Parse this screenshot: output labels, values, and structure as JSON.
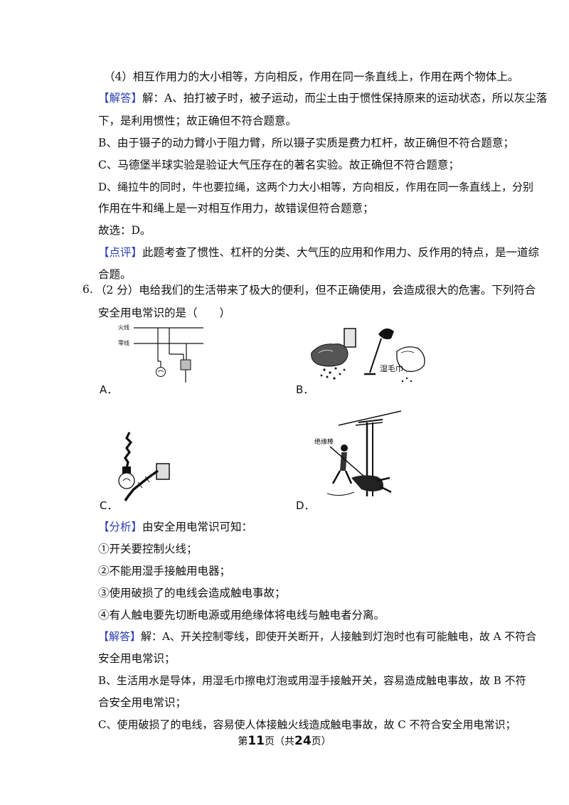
{
  "lines": [
    {
      "tag": "",
      "text": "（4）相互作用力的大小相等，方向相反，作用在同一条直线上，作用在两个物体上。"
    },
    {
      "tag": "【解答】",
      "text": "解：A、拍打被子时，被子运动，而尘土由于惯性保持原来的运动状态，所以灰尘落"
    },
    {
      "tag": "",
      "text": "下，是利用惯性；故正确但不符合题意。"
    },
    {
      "tag": "",
      "text": "B、由于镊子的动力臂小于阻力臂，所以镊子实质是费力杠杆，故正确但不符合题意；"
    },
    {
      "tag": "",
      "text": "C、马德堡半球实验是验证大气压存在的著名实验。故正确但不符合题意；"
    },
    {
      "tag": "",
      "text": "D、绳拉牛的同时，牛也要拉绳，这两个力大小相等，方向相反，作用在同一条直线上，分别"
    },
    {
      "tag": "",
      "text": "作用在牛和绳上是一对相互作用力，故错误但符合题意；"
    },
    {
      "tag": "",
      "text": "故选：D。"
    },
    {
      "tag": "【点评】",
      "text": "此题考查了惯性、杠杆的分类、大气压的应用和作用力、反作用的特点，是一道综"
    },
    {
      "tag": "",
      "text": "合题。"
    }
  ],
  "question": {
    "number": "6.",
    "line1": "（2 分）电给我们的生活带来了极大的便利，但不正确使用，会造成很大的危害。下列符合",
    "line2": "安全用电常识的是（　　）"
  },
  "options": {
    "a": "A．",
    "b": "B．",
    "c": "C．",
    "d": "D．",
    "a_fire_label": "火线",
    "a_zero_label": "零线",
    "b_towel_label": "湿毛巾",
    "d_rod_label": "绝缘棒"
  },
  "analysis": [
    {
      "tag": "【分析】",
      "text": "由安全用电常识可知："
    },
    {
      "tag": "",
      "text": "①开关要控制火线；"
    },
    {
      "tag": "",
      "text": "②不能用湿手接触用电器；"
    },
    {
      "tag": "",
      "text": "③使用破损了的电线会造成触电事故；"
    },
    {
      "tag": "",
      "text": "④有人触电要先切断电源或用绝缘体将电线与触电者分离。"
    },
    {
      "tag": "【解答】",
      "text": "解：A、开关控制零线，即使开关断开，人接触到灯泡时也有可能触电，故 A 不符合"
    },
    {
      "tag": "",
      "text": "安全用电常识；"
    },
    {
      "tag": "",
      "text": "B、生活用水是导体，用湿毛巾擦电灯泡或用湿手接触开关，容易造成触电事故，故 B 不符"
    },
    {
      "tag": "",
      "text": "合安全用电常识；"
    },
    {
      "tag": "",
      "text": "C、使用破损了的电线，容易使人体接触火线造成触电事故，故 C 不符合安全用电常识；"
    }
  ],
  "footer": {
    "prefix": "第",
    "page": "11",
    "mid": "页（共",
    "total": "24",
    "suffix": "页）"
  }
}
